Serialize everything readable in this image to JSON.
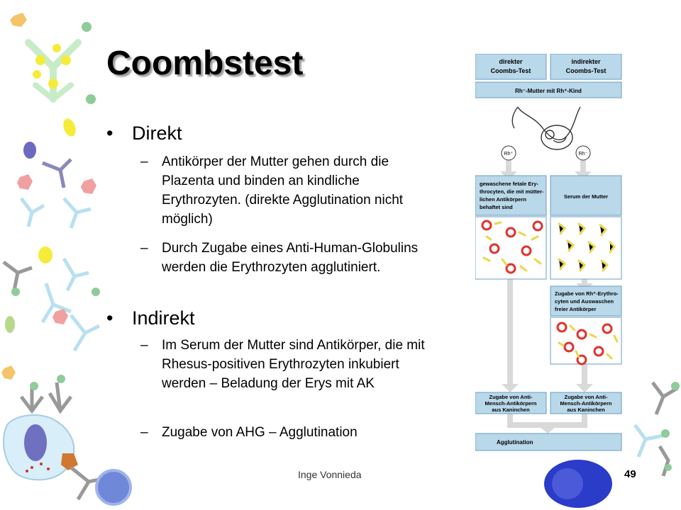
{
  "slide": {
    "title": "Coombstest",
    "sections": [
      {
        "heading": "Direkt",
        "items": [
          "Antikörper der Mutter gehen durch die Plazenta und binden an kindliche Erythrozyten. (direkte Agglutination nicht möglich)",
          "Durch Zugabe eines Anti-Human-Globulins werden die Erythrozyten agglutiniert."
        ]
      },
      {
        "heading": "Indirekt",
        "items": [
          "Im Serum der Mutter sind Antikörper, die mit Rhesus-positiven Erythrozyten inkubiert werden – Beladung der Erys mit AK",
          "Zugabe von AHG – Agglutination"
        ]
      }
    ],
    "bullet_symbol": "•",
    "dash_symbol": "–",
    "footer_author": "Inge Vonnieda",
    "page_number": "49"
  },
  "figure": {
    "header_left_1": "direkter",
    "header_left_2": "Coombs-Test",
    "header_right_1": "indirekter",
    "header_right_2": "Coombs-Test",
    "mother_child": "Rh⁻-Mutter mit Rh⁺-Kind",
    "rh_pos": "Rh⁺",
    "rh_neg": "Rh⁻",
    "left_box_1": "gewaschene fetale Ery-",
    "left_box_2": "throcyten, die mit mütter-",
    "left_box_3": "lichen Antikörpern",
    "left_box_4": "behaftet sind",
    "serum": "Serum der Mutter",
    "add_ery_1": "Zugabe von Rh⁺-Erythro-",
    "add_ery_2": "cyten und Auswaschen",
    "add_ery_3": "freier Antikörper",
    "anti_1": "Zugabe von Anti-",
    "anti_2": "Mensch-Antikörpern",
    "anti_3": "aus Kaninchen",
    "agglutination": "Agglutination"
  },
  "colors": {
    "box_fill": "#b9d8ea",
    "box_stroke": "#6a9ec0",
    "arrow": "#d9d9d9",
    "cell_red": "#e0322e",
    "antibody_yellow": "#e8d84a"
  }
}
